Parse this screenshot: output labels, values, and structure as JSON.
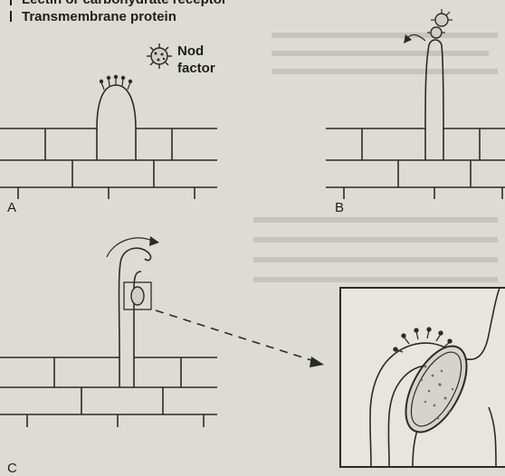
{
  "legend": {
    "line1": "Lectin or carbohydrate receptor",
    "line2": "Transmembrane protein"
  },
  "nod_factor": {
    "line1": "Nod",
    "line2": "factor"
  },
  "panels": {
    "a": "A",
    "b": "B",
    "c": "C"
  }
}
